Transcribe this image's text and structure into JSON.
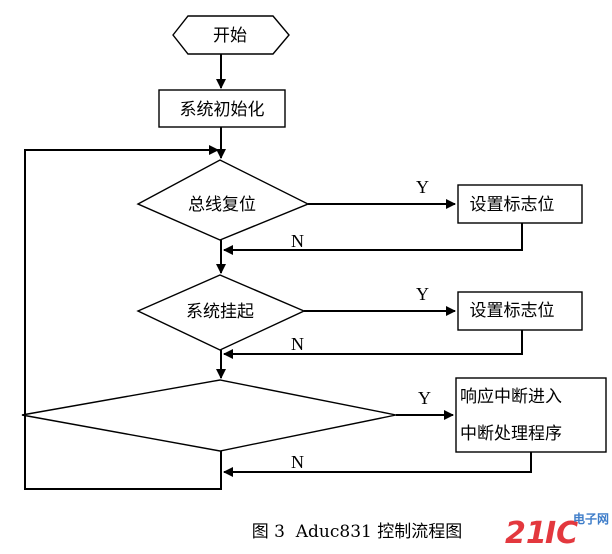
{
  "nodes": {
    "start": "开始",
    "init": "系统初始化",
    "bus_reset": "总线复位",
    "set_flag_1": "设置标志位",
    "suspend": "系统挂起",
    "set_flag_2": "设置标志位",
    "irq_line1": "响应中断进入",
    "irq_line2": "中断处理程序"
  },
  "edge_labels": {
    "yes": "Y",
    "no": "N"
  },
  "caption": "图 3  Aduc831 控制流程图",
  "watermark": {
    "brand": "21IC",
    "cn": "电子网",
    "colors": {
      "red": "#e0232a",
      "blue": "#2a6fc4",
      "orange": "#f08a1a"
    }
  }
}
